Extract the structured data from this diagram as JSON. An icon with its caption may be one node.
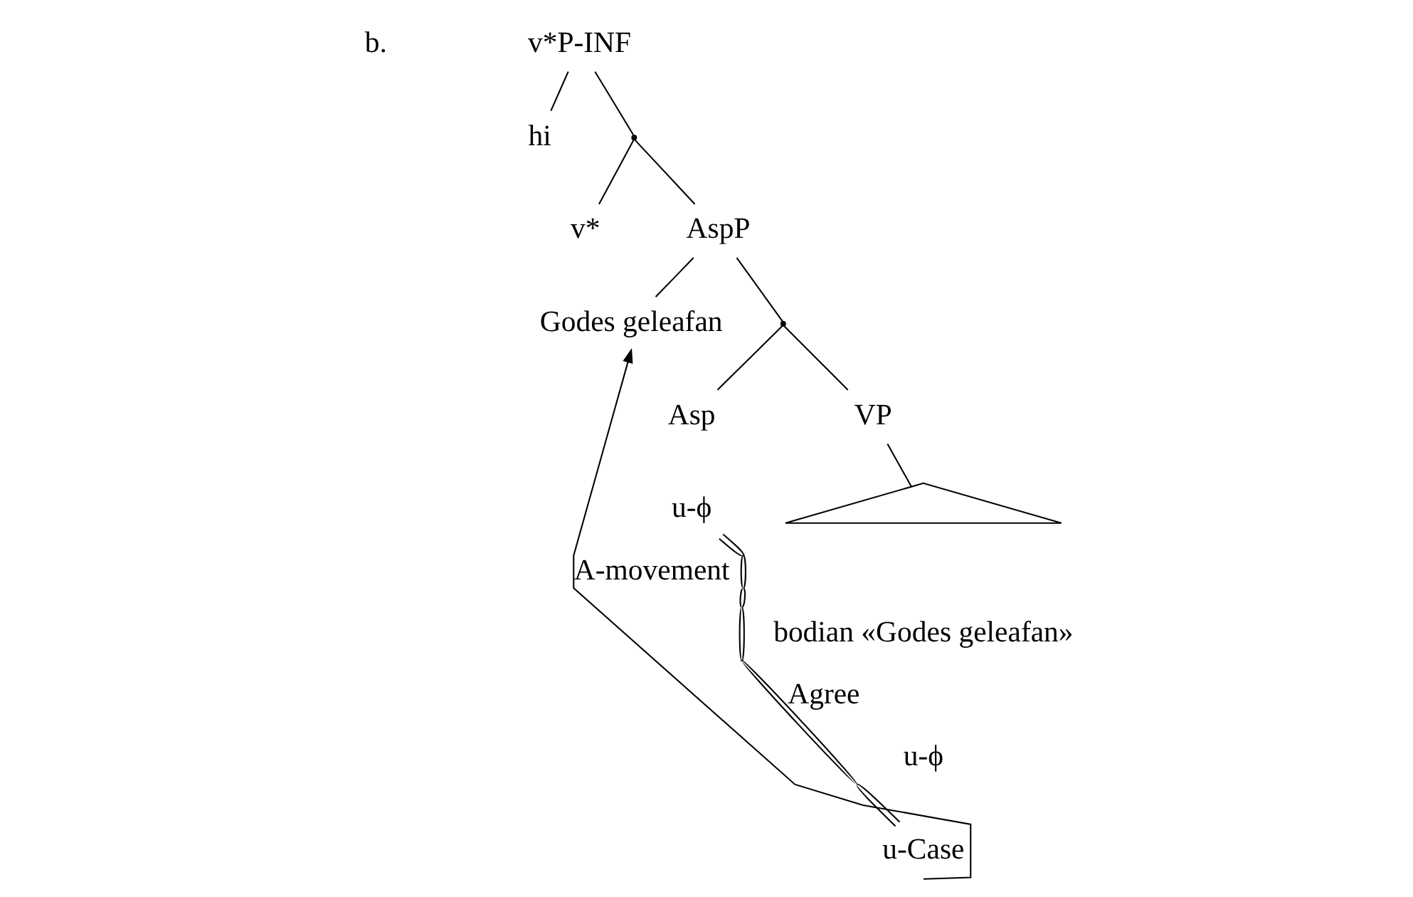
{
  "diagram": {
    "nodes": [
      {
        "text": [
          "v*P-INF"
        ]
      },
      {
        "text": [
          "hi"
        ]
      },
      {
        "text": [],
        "shape": "point"
      },
      {
        "text": [
          "v*"
        ]
      },
      {
        "text": [
          "AspP"
        ]
      },
      {
        "text": [
          "Godes geleafan"
        ]
      },
      {
        "text": [],
        "shape": "point"
      },
      {
        "text": [
          "Asp"
        ]
      },
      {
        "text": [
          "u-ϕ"
        ]
      },
      {
        "text": [
          "VP"
        ]
      },
      {
        "text": [],
        "shape": "triangle",
        "beside": [
          "bodian «Godes geleafan»"
        ]
      },
      {
        "text": [
          "u-ϕ"
        ]
      },
      {
        "text": [
          "u-Case"
        ]
      }
    ],
    "edges": [
      {
        "from": 0,
        "to": 1,
        "arrow": "none"
      },
      {
        "from": 0,
        "to": 2,
        "arrow": "none"
      },
      {
        "from": 2,
        "to": 3,
        "arrow": "none"
      },
      {
        "from": 2,
        "to": 4,
        "arrow": "none"
      },
      {
        "from": 4,
        "to": 5,
        "arrow": "none"
      },
      {
        "from": 4,
        "to": 6,
        "arrow": "none"
      },
      {
        "from": 6,
        "to": 7,
        "arrow": "none"
      },
      {
        "from": 6,
        "to": 9,
        "arrow": "none"
      },
      {
        "from": 9,
        "to": 10,
        "arrow": "none"
      },
      {
        "from": 8,
        "to": 12,
        "arrow": "none",
        "label": "Agree"
      },
      {
        "from": 12,
        "to": 5,
        "arrow": "to",
        "label": "A-movement"
      }
    ],
    "labels": [
      "b."
    ]
  }
}
